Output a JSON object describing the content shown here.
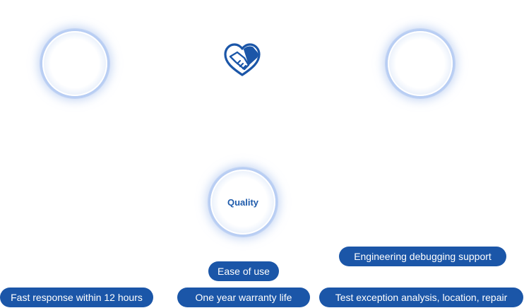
{
  "circles": {
    "center": {
      "label": "Quality"
    }
  },
  "tags": {
    "fast_response": "Fast response within 12 hours",
    "ease_of_use": "Ease of use",
    "warranty": "One year warranty life",
    "engineering_support": "Engineering debugging support",
    "test_exception": "Test exception analysis, location, repair"
  },
  "icons": {
    "handshake": "handshake-heart-icon"
  },
  "colors": {
    "accent": "#1b56a8",
    "glow": "#a9c2ee"
  }
}
